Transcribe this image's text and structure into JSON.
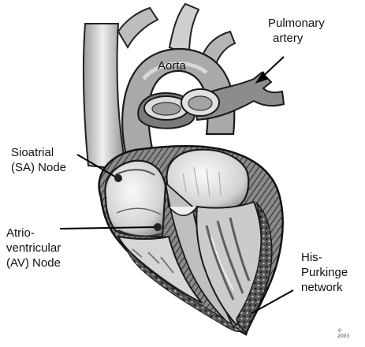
{
  "labels": {
    "aorta": "Aorta",
    "pulmonary_artery": [
      "Pulmonary",
      "artery"
    ],
    "sa_node": [
      "Sioatrial",
      "(SA) Node"
    ],
    "av_node": [
      "Atrio-",
      "ventricular",
      "(AV) Node"
    ],
    "his_purkinge": [
      "His-",
      "Purkinge",
      "network"
    ]
  },
  "credit": [
    "©",
    "2003"
  ],
  "colors": {
    "ink": "#111111",
    "tissue_light": "#e6e6e6",
    "tissue_mid": "#9a9a9a",
    "tissue_dark": "#3c3c3c"
  }
}
